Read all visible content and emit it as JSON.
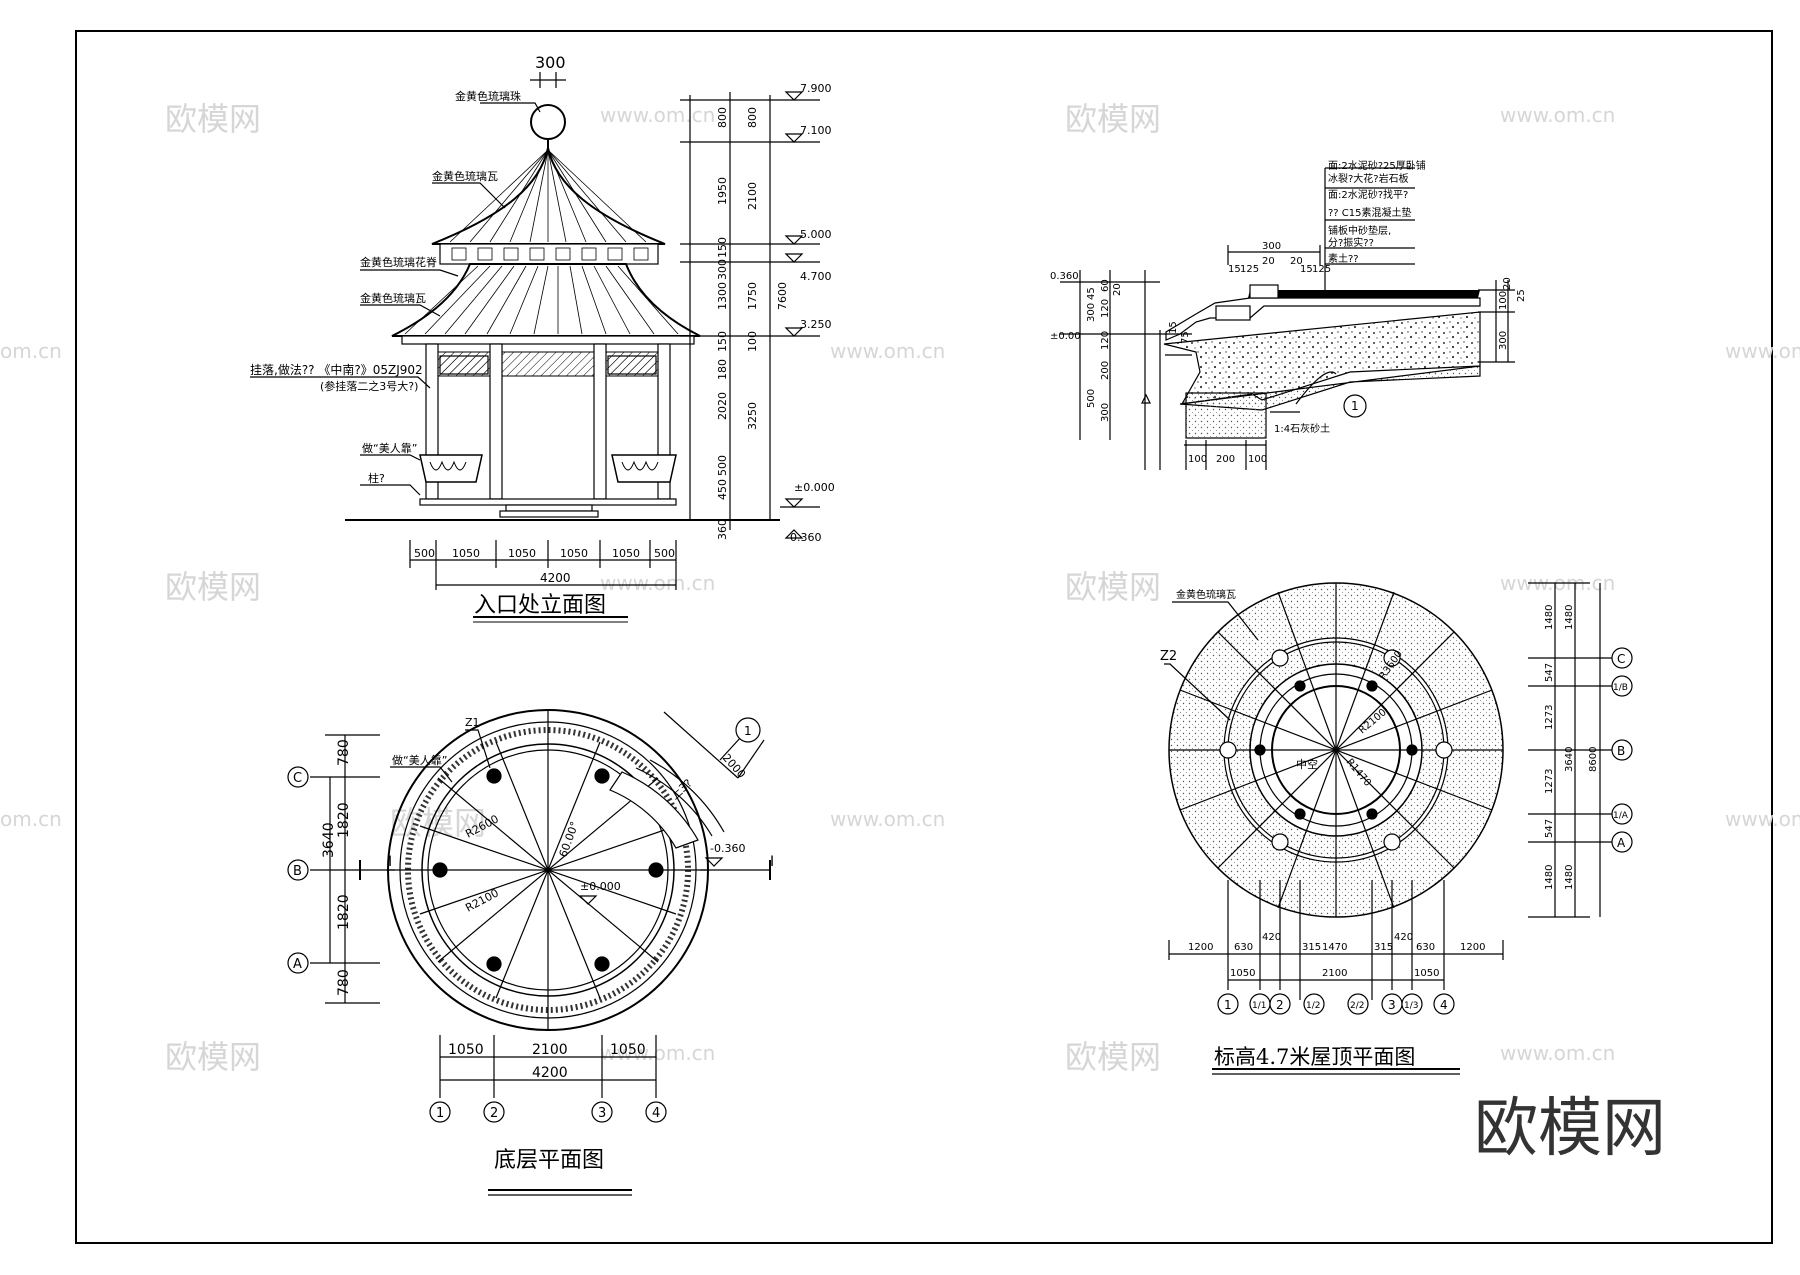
{
  "watermarks": {
    "brand": "欧模网",
    "site": "www.om.cn",
    "site_partial": "om.cn"
  },
  "logo_text": "欧模网",
  "elevation": {
    "title": "入口处立面图",
    "top_dim": "300",
    "labels": [
      "金黄色琉璃珠",
      "金黄色琉璃瓦",
      "金黄色琉璃花脊",
      "金黄色琉璃瓦",
      "挂落,做法?? 《中南?》05ZJ902",
      "(参挂落二之3号大?)",
      "做“美人靠”",
      "柱?"
    ],
    "levels": [
      "7.900",
      "7.100",
      "5.000",
      "4.700",
      "3.250",
      "±0.000",
      "-0.360"
    ],
    "vdims_inner": [
      "800",
      "1950",
      "150",
      "300",
      "1300",
      "150",
      "180",
      "2020",
      "500",
      "450",
      "360"
    ],
    "vdims_outer": [
      "800",
      "2100",
      "1750",
      "100",
      "3250",
      "7600"
    ],
    "hdims": [
      "500",
      "1050",
      "1050",
      "1050",
      "1050",
      "500"
    ],
    "total": "4200"
  },
  "section": {
    "notes": [
      "面:2水泥砂?25厚卧铺",
      "冰裂?大花?岩石板",
      "面:2水泥砂?找平?",
      "?? C15素混凝土垫",
      "铺板中砂垫层,",
      "分?振实??",
      "素土??"
    ],
    "levels": [
      "0.360",
      "±0.00"
    ],
    "top_dims": [
      "300",
      "15",
      "20",
      "15",
      "20",
      "125",
      "125"
    ],
    "left_dims": [
      "60",
      "45",
      "300",
      "120",
      "20",
      "15",
      "75",
      "120",
      "200",
      "500",
      "300"
    ],
    "right_dims": [
      "20",
      "100",
      "25",
      "300"
    ],
    "bottom_dims": [
      "100",
      "200",
      "100"
    ],
    "footing": "1:4石灰砂土",
    "callout": "1"
  },
  "ground_plan": {
    "title": "底层平面图",
    "labels": [
      "Z1",
      "做“美人靠”",
      "R2600",
      "R2100",
      "60.00°",
      "±0.000",
      "-0.360",
      "2000",
      "上3?"
    ],
    "section_mark": "I",
    "callout": "1",
    "vdims": [
      "780",
      "1820",
      "1820",
      "780"
    ],
    "vtotal": "3640",
    "hdims": [
      "1050",
      "2100",
      "1050"
    ],
    "htotal": "4200",
    "axes_h": [
      "C",
      "B",
      "A"
    ],
    "axes_v": [
      "1",
      "2",
      "3",
      "4"
    ]
  },
  "roof_plan": {
    "title": "标高4.7米屋顶平面图",
    "labels": [
      "金黄色琉璃瓦",
      "Z2",
      "R3600",
      "R2100",
      "R1470",
      "中空"
    ],
    "vdims_inner": [
      "1480",
      "547",
      "1273",
      "1273",
      "547",
      "1480"
    ],
    "vdims_outer": [
      "1480",
      "3640",
      "1480"
    ],
    "vtotal": "8600",
    "hdims_top": [
      "1200",
      "630",
      "420",
      "315",
      "1470",
      "315",
      "420",
      "630",
      "1200"
    ],
    "hdims_bottom": [
      "1050",
      "2100",
      "1050"
    ],
    "axes_h": [
      "C",
      "1/B",
      "B",
      "1/A",
      "A"
    ],
    "axes_v": [
      "1",
      "1/1",
      "2",
      "1/2",
      "2/2",
      "3",
      "1/3",
      "4"
    ]
  }
}
